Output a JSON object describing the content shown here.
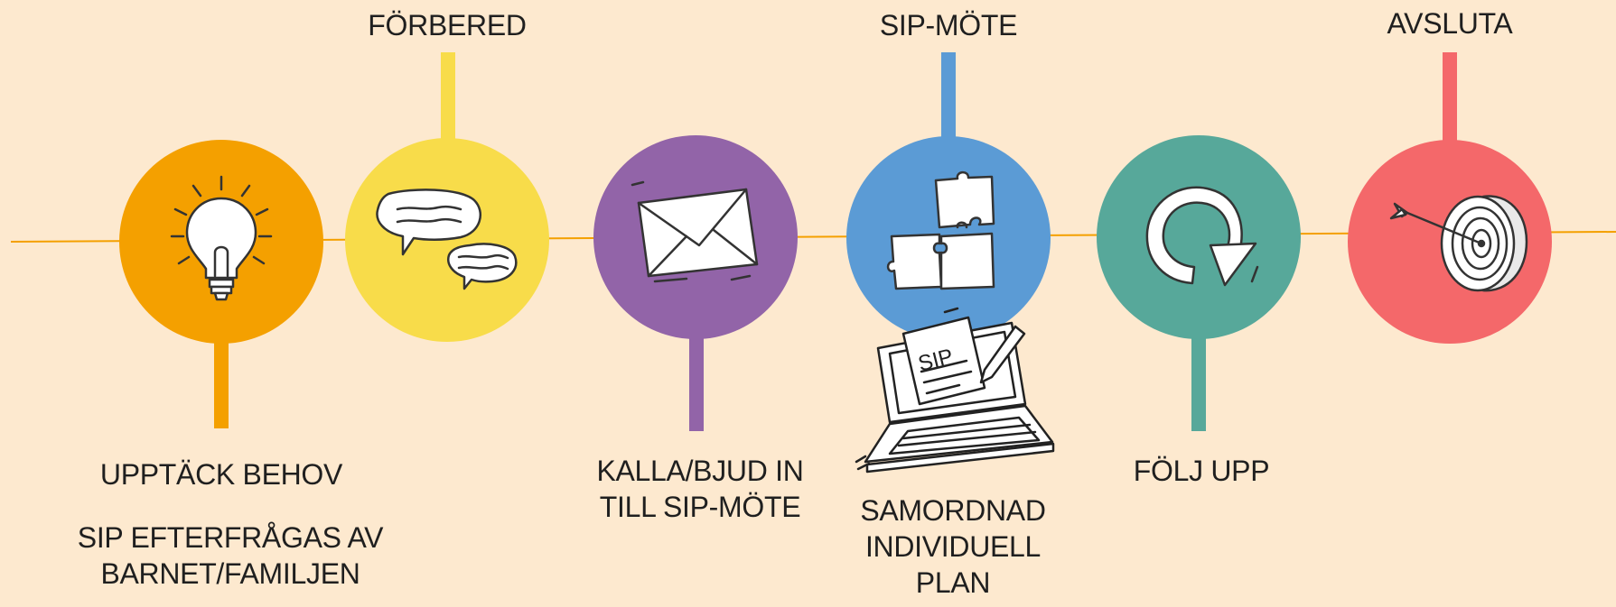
{
  "steps": [
    {
      "id": "upptack",
      "color": "#f4a000",
      "icon": "lightbulb-icon",
      "title": "UPPTÄCK BEHOV",
      "subtitle": "SIP EFTERFRÅGAS AV BARNET/FAMILJEN"
    },
    {
      "id": "forbered",
      "color": "#f8dc4a",
      "icon": "speech-bubbles-icon",
      "title": "FÖRBERED"
    },
    {
      "id": "kalla",
      "color": "#9264a8",
      "icon": "envelope-icon",
      "title": "KALLA/BJUD IN TILL SIP-MÖTE"
    },
    {
      "id": "sipmote",
      "color": "#5b9bd5",
      "icon": "puzzle-icon",
      "title": "SIP-MÖTE"
    },
    {
      "id": "folj",
      "color": "#57a89a",
      "icon": "cycle-arrow-icon",
      "title": "FÖLJ UPP"
    },
    {
      "id": "avsluta",
      "color": "#f4686a",
      "icon": "target-icon",
      "title": "AVSLUTA"
    }
  ],
  "plan": {
    "icon": "laptop-sip-icon",
    "badge": "SIP",
    "title": "SAMORDNAD INDIVIDUELL PLAN"
  },
  "line_color": "#f4a000"
}
